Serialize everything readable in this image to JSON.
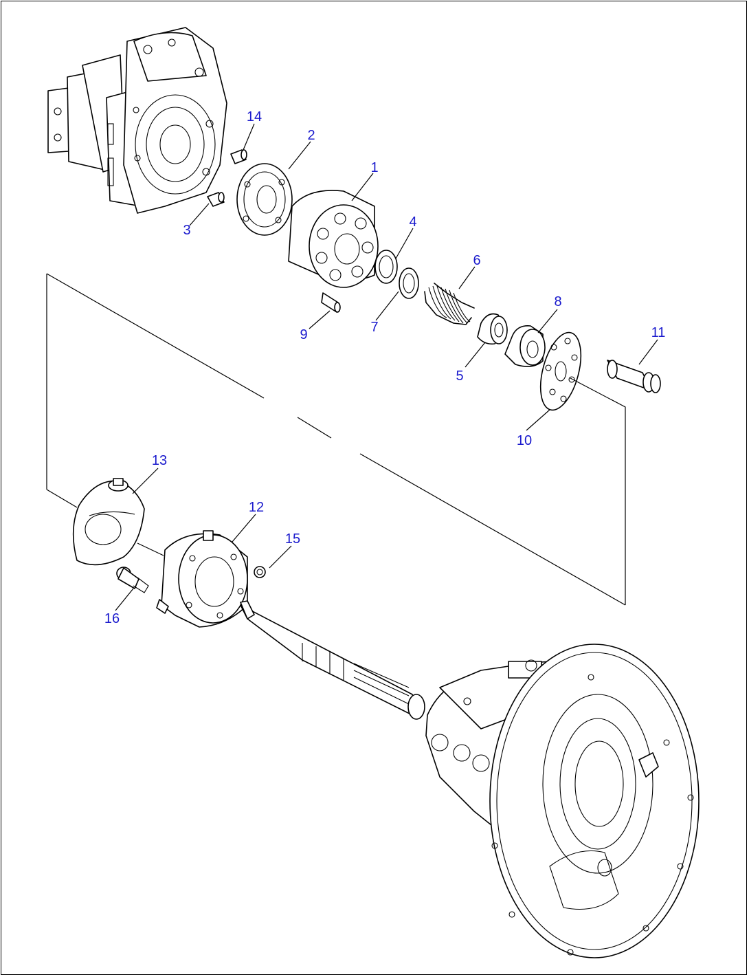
{
  "diagram": {
    "callouts": [
      {
        "id": "c1",
        "text": "1"
      },
      {
        "id": "c2",
        "text": "2"
      },
      {
        "id": "c3",
        "text": "3"
      },
      {
        "id": "c4",
        "text": "4"
      },
      {
        "id": "c5",
        "text": "5"
      },
      {
        "id": "c6",
        "text": "6"
      },
      {
        "id": "c7",
        "text": "7"
      },
      {
        "id": "c8",
        "text": "8"
      },
      {
        "id": "c9",
        "text": "9"
      },
      {
        "id": "c10",
        "text": "10"
      },
      {
        "id": "c11",
        "text": "11"
      },
      {
        "id": "c12",
        "text": "12"
      },
      {
        "id": "c13",
        "text": "13"
      },
      {
        "id": "c14",
        "text": "14"
      },
      {
        "id": "c15",
        "text": "15"
      },
      {
        "id": "c16",
        "text": "16"
      }
    ],
    "label_color": "#1a1acd"
  }
}
